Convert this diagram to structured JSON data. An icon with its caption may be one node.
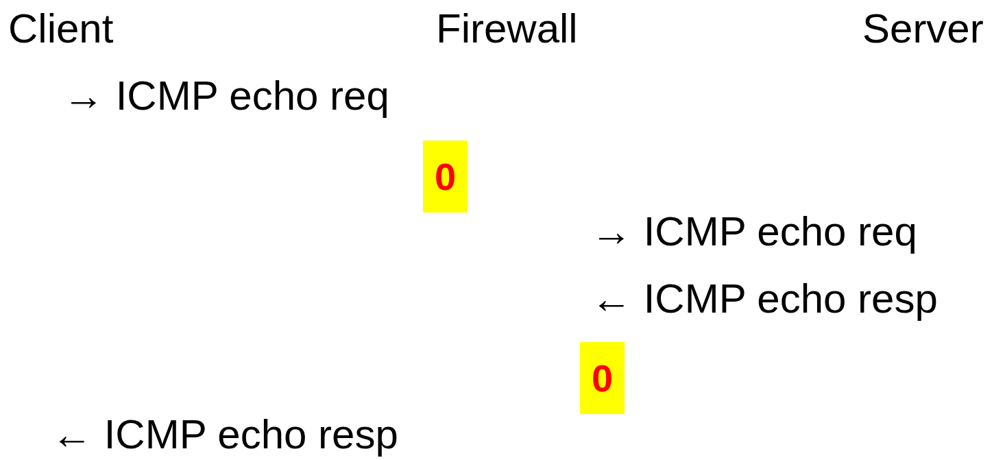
{
  "diagram": {
    "nodes": [
      {
        "text": [
          "0"
        ]
      },
      {
        "text": [
          "0"
        ]
      }
    ],
    "labels": [
      "Client",
      "Firewall",
      "Server",
      "→ ICMP echo req",
      "→ ICMP echo req",
      "← ICMP echo resp",
      "← ICMP echo resp"
    ]
  }
}
